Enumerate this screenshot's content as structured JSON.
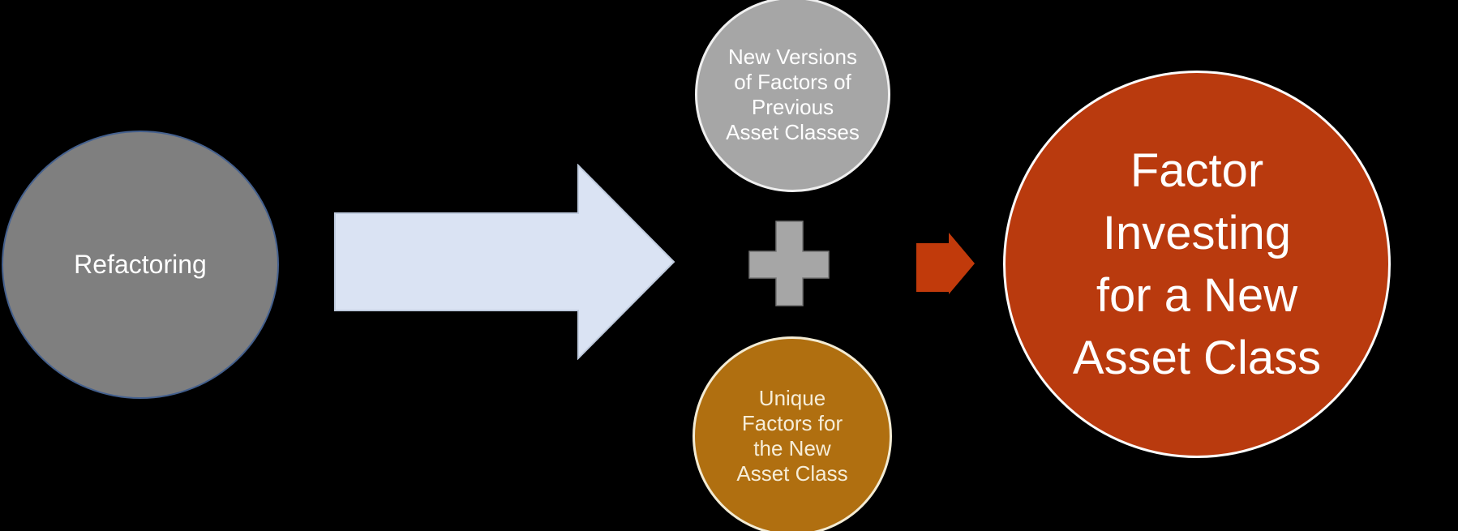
{
  "canvas": {
    "background": "#000000"
  },
  "diagram": {
    "refactoring_circle": {
      "label": "Refactoring",
      "fill": "#7F7F7F",
      "border_color": "#44608E",
      "text_color": "#FFFFFF"
    },
    "main_arrow": {
      "name": "right-arrow",
      "fill": "#DAE3F3",
      "border_color": "#BFCBDE"
    },
    "top_circle": {
      "lines": [
        "New Versions",
        "of Factors of",
        "Previous",
        "Asset Classes"
      ],
      "fill": "#A6A6A6",
      "border_color": "#EFEFEF",
      "text_color": "#FFFFFF"
    },
    "plus_sign": {
      "name": "plus",
      "fill": "#A6A6A6",
      "border_color": "#737373"
    },
    "bottom_circle": {
      "lines": [
        "Unique",
        "Factors for",
        "the New",
        "Asset Class"
      ],
      "fill": "#B06F10",
      "border_color": "#F3EBD3",
      "text_color": "#F6EDD8"
    },
    "small_arrow": {
      "name": "right-arrow-small",
      "fill": "#C13A0B",
      "border_color": "#C13A0B"
    },
    "result_circle": {
      "lines": [
        "Factor",
        "Investing",
        "for a New",
        "Asset Class"
      ],
      "fill": "#B93A0E",
      "border_color": "#FCFCFC",
      "text_color": "#FFFFFF"
    }
  }
}
